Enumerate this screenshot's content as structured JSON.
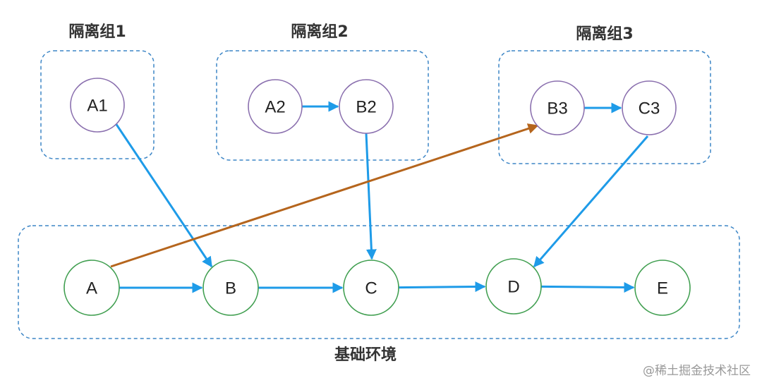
{
  "groups": {
    "group1": "隔离组1",
    "group2": "隔离组2",
    "group3": "隔离组3",
    "base": "基础环境"
  },
  "nodes": {
    "A1": "A1",
    "A2": "A2",
    "B2": "B2",
    "B3": "B3",
    "C3": "C3",
    "A": "A",
    "B": "B",
    "C": "C",
    "D": "D",
    "E": "E"
  },
  "edges": [
    {
      "from": "A1",
      "to": "B",
      "color": "blue"
    },
    {
      "from": "A2",
      "to": "B2",
      "color": "blue"
    },
    {
      "from": "B2",
      "to": "C",
      "color": "blue"
    },
    {
      "from": "B3",
      "to": "C3",
      "color": "blue"
    },
    {
      "from": "C3",
      "to": "D",
      "color": "blue"
    },
    {
      "from": "A",
      "to": "B",
      "color": "blue"
    },
    {
      "from": "B",
      "to": "C",
      "color": "blue"
    },
    {
      "from": "C",
      "to": "D",
      "color": "blue"
    },
    {
      "from": "D",
      "to": "E",
      "color": "blue"
    },
    {
      "from": "A",
      "to": "B3",
      "color": "brown"
    }
  ],
  "colors": {
    "edge_blue": "#1e9be8",
    "edge_brown": "#b5651d",
    "group_border": "#3d86c6",
    "isolation_node_border": "#8a6fae",
    "base_node_border": "#3f9e4f"
  },
  "watermark": "@稀土掘金技术社区"
}
